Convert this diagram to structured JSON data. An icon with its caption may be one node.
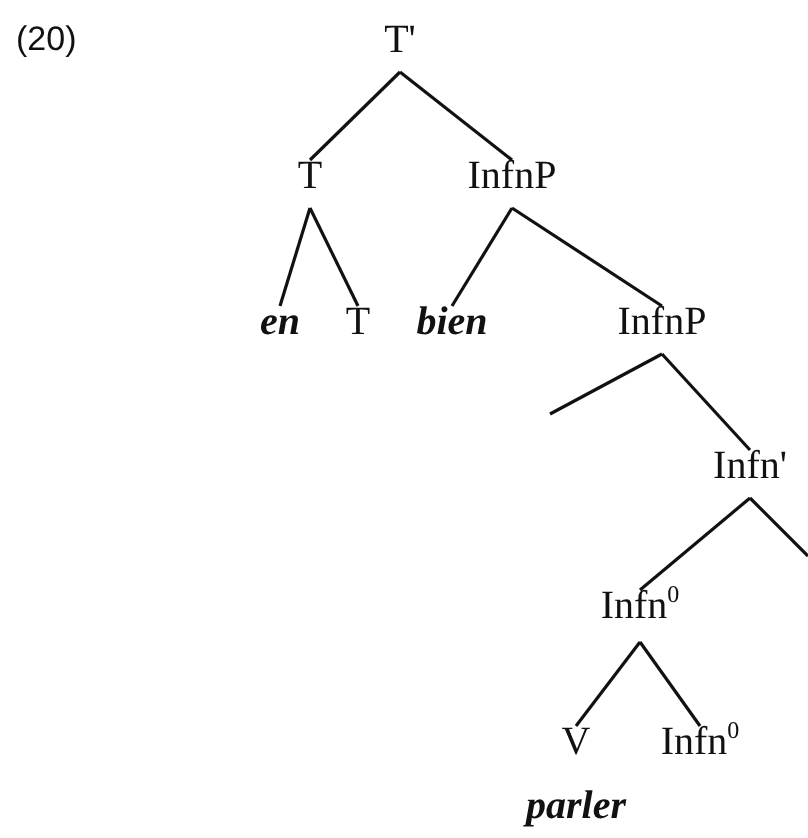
{
  "diagram": {
    "nodes": [
      {
        "text": [
          "T'"
        ]
      },
      {
        "text": [
          "T"
        ]
      },
      {
        "text": [
          "InfnP"
        ]
      },
      {
        "text": [
          "en"
        ]
      },
      {
        "text": [
          "T"
        ]
      },
      {
        "text": [
          "bien"
        ]
      },
      {
        "text": [
          "InfnP"
        ]
      },
      {
        "text": [
          "Infn'"
        ]
      },
      {
        "text": [
          "Infn$^{0}$"
        ]
      },
      {
        "text": [
          "V"
        ],
        "beside": [
          "parler"
        ]
      },
      {
        "text": [
          "Infn$^{0}$"
        ]
      }
    ],
    "edges": [
      {
        "from": 0,
        "to": 1,
        "arrow": "none"
      },
      {
        "from": 0,
        "to": 2,
        "arrow": "none"
      },
      {
        "from": 1,
        "to": 3,
        "arrow": "none"
      },
      {
        "from": 1,
        "to": 4,
        "arrow": "none"
      },
      {
        "from": 2,
        "to": 5,
        "arrow": "none"
      },
      {
        "from": 2,
        "to": 6,
        "arrow": "none"
      },
      {
        "from": 6,
        "to": null,
        "arrow": "none"
      },
      {
        "from": 6,
        "to": 7,
        "arrow": "none"
      },
      {
        "from": 7,
        "to": 8,
        "arrow": "none"
      },
      {
        "from": 7,
        "to": null,
        "arrow": "none"
      },
      {
        "from": 8,
        "to": 9,
        "arrow": "none"
      },
      {
        "from": 8,
        "to": 10,
        "arrow": "none"
      }
    ],
    "labels": [
      "(20)"
    ]
  }
}
